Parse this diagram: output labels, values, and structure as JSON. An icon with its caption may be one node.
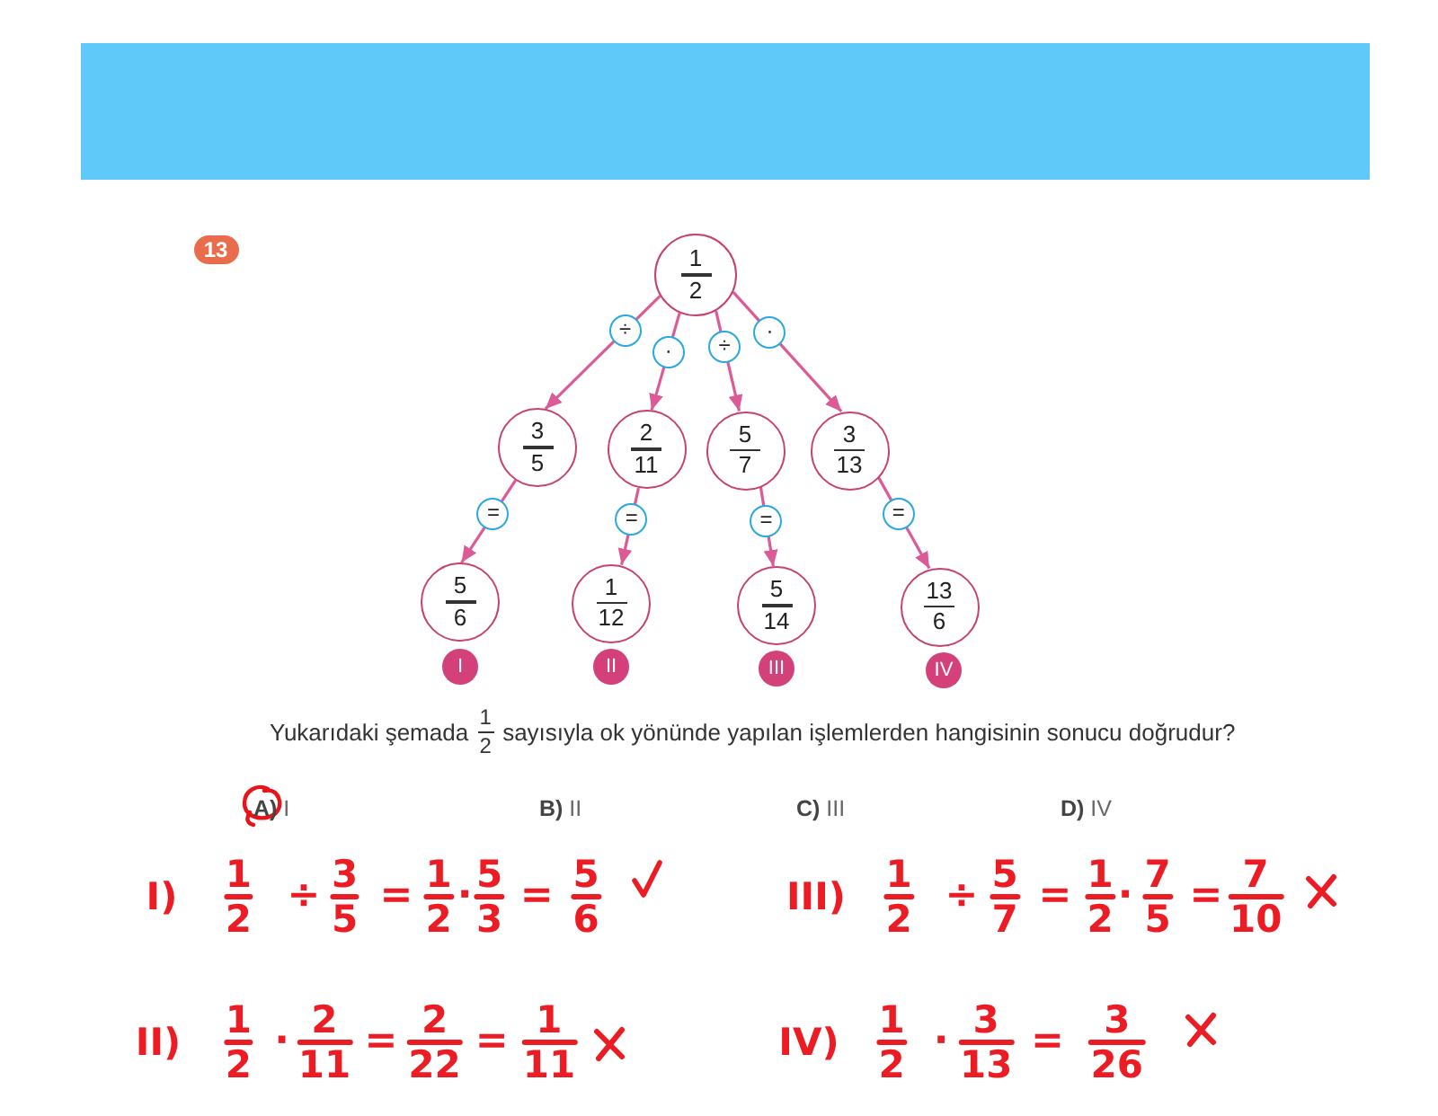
{
  "diagram": {
    "nodes": [
      {
        "text": [
          "13"
        ]
      },
      {
        "text": [
          "1",
          "2"
        ]
      },
      {
        "text": [
          "3",
          "5"
        ]
      },
      {
        "text": [
          "2",
          "11"
        ]
      },
      {
        "text": [
          "5",
          "7"
        ]
      },
      {
        "text": [
          "3",
          "13"
        ]
      },
      {
        "text": [
          "5",
          "6"
        ]
      },
      {
        "text": [
          "1",
          "12"
        ]
      },
      {
        "text": [
          "5",
          "14"
        ]
      },
      {
        "text": [
          "13",
          "6"
        ]
      },
      {
        "text": [
          "I"
        ]
      },
      {
        "text": [
          "II"
        ]
      },
      {
        "text": [
          "III"
        ]
      },
      {
        "text": [
          "IV"
        ]
      }
    ],
    "edges": [
      {
        "from": 1,
        "to": 2,
        "arrow": "to",
        "label": "÷"
      },
      {
        "from": 1,
        "to": 3,
        "arrow": "to",
        "label": "·"
      },
      {
        "from": 1,
        "to": 4,
        "arrow": "to",
        "label": "÷"
      },
      {
        "from": 1,
        "to": 5,
        "arrow": "to",
        "label": "·"
      },
      {
        "from": 2,
        "to": 6,
        "arrow": "to",
        "label": "="
      },
      {
        "from": 3,
        "to": 7,
        "arrow": "to",
        "label": "="
      },
      {
        "from": 4,
        "to": 8,
        "arrow": "to",
        "label": "="
      },
      {
        "from": 5,
        "to": 9,
        "arrow": "to",
        "label": "="
      }
    ],
    "labels": [
      "Yukarıdaki şemada",
      "1",
      "2",
      "sayısıyla ok yönünde yapılan işlemlerden hangisinin sonucu doğrudur?",
      "**A)** I",
      "**B)** II",
      "**C)** III",
      "**D)** IV",
      "I)",
      "1",
      "2",
      "÷",
      "3",
      "5",
      "=",
      "1",
      "2",
      "·",
      "5",
      "3",
      "=",
      "5",
      "6",
      "III)",
      "1",
      "2",
      "÷",
      "5",
      "7",
      "=",
      "1",
      "2",
      "·",
      "7",
      "5",
      "=",
      "7",
      "10",
      "II)",
      "1",
      "2",
      "·",
      "2",
      "11",
      "=",
      "2",
      "22",
      "=",
      "1",
      "11",
      "IV)",
      "1",
      "2",
      "·",
      "3",
      "13",
      "=",
      "3",
      "26"
    ]
  }
}
